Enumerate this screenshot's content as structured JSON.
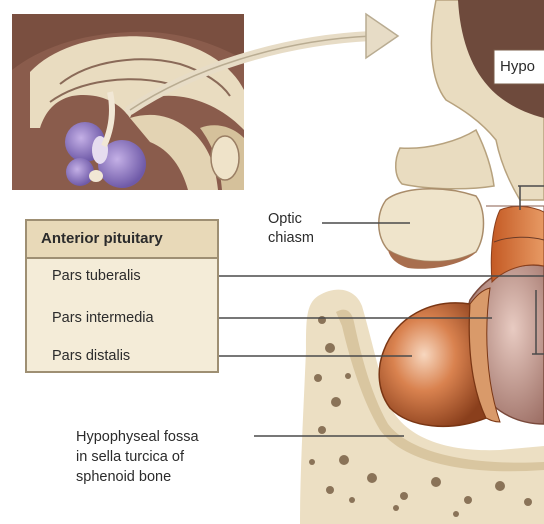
{
  "labels": {
    "hypo_partial": "Hypo",
    "optic_chiasm": [
      "Optic",
      "chiasm"
    ],
    "fossa": [
      "Hypophyseal fossa",
      "in sella turcica of",
      "sphenoid bone"
    ]
  },
  "anterior_pituitary": {
    "title": "Anterior pituitary",
    "parts": [
      "Pars tuberalis",
      "Pars intermedia",
      "Pars distalis"
    ]
  },
  "colors": {
    "box_fill": "#f4ecd8",
    "box_header": "#e8d9b8",
    "box_border": "#9e8f73",
    "brain_tissue": "#e9dcc0",
    "brain_dark": "#6e4a3c",
    "pituitary_violet": "#9b82c9",
    "gland_orange": "#c8683a",
    "gland_posterior": "#b98f86",
    "bone": "#ecdfc3"
  }
}
